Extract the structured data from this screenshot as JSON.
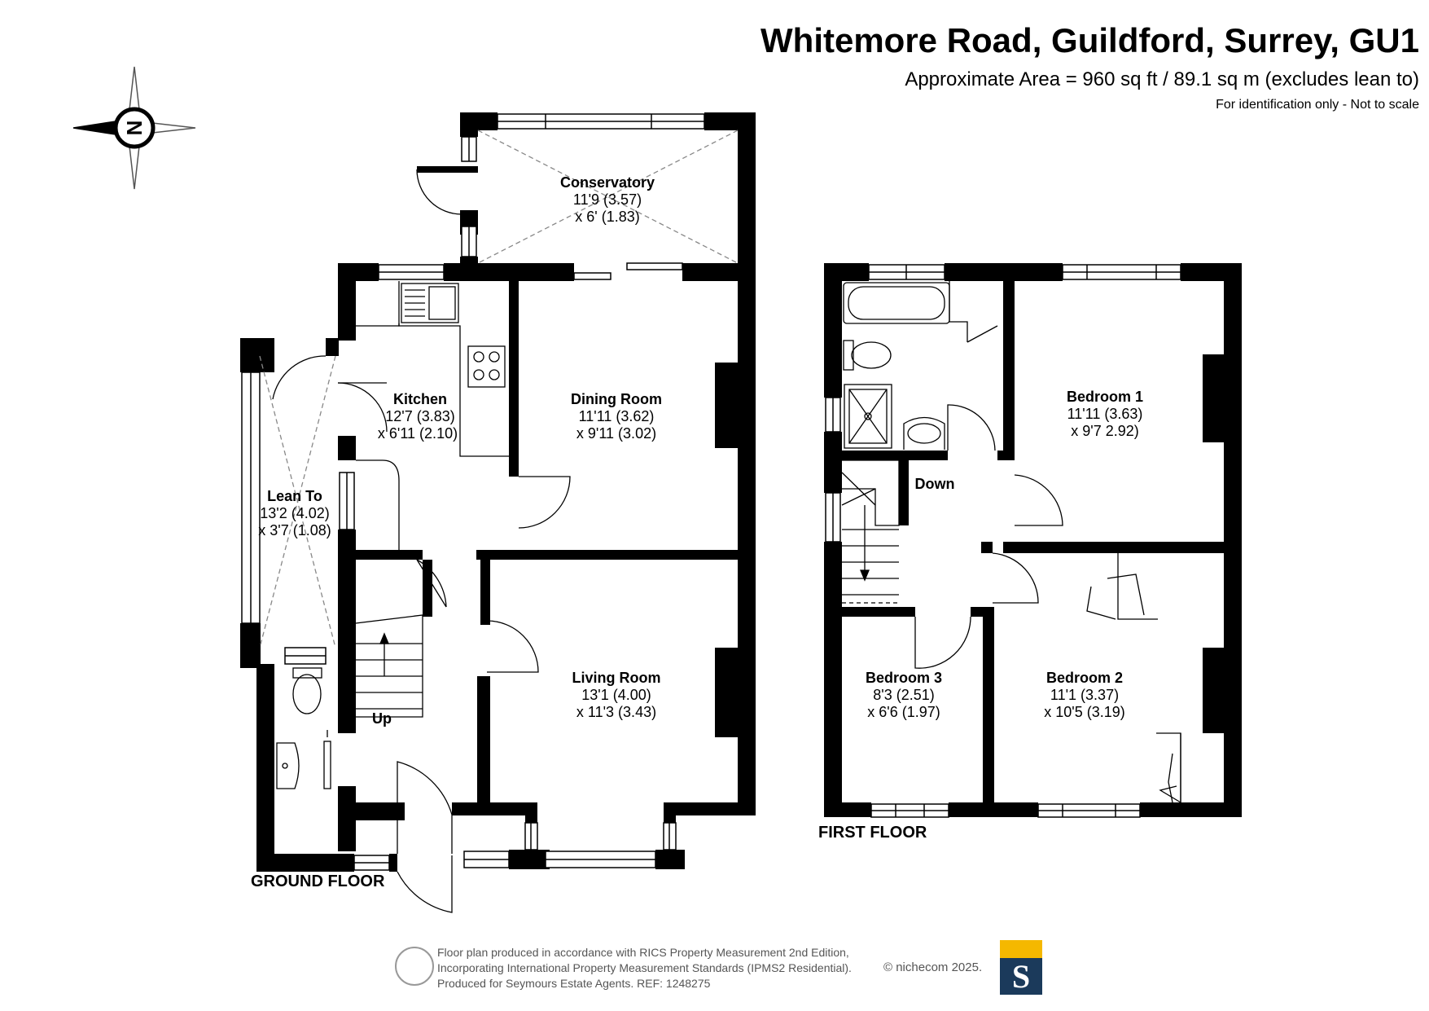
{
  "header": {
    "title": "Whitemore Road, Guildford, Surrey, GU1",
    "area": "Approximate Area = 960 sq ft / 89.1 sq m (excludes lean to)",
    "disclaimer": "For identification only - Not to scale"
  },
  "compass": {
    "letter": "N"
  },
  "ground_floor": {
    "label": "GROUND FLOOR",
    "rooms": {
      "conservatory": {
        "name": "Conservatory",
        "dim1": "11'9 (3.57)",
        "dim2": "x 6' (1.83)"
      },
      "kitchen": {
        "name": "Kitchen",
        "dim1": "12'7 (3.83)",
        "dim2": "x 6'11 (2.10)"
      },
      "dining": {
        "name": "Dining Room",
        "dim1": "11'11 (3.62)",
        "dim2": "x 9'11 (3.02)"
      },
      "lean_to": {
        "name": "Lean To",
        "dim1": "13'2 (4.02)",
        "dim2": "x 3'7 (1.08)"
      },
      "living": {
        "name": "Living Room",
        "dim1": "13'1 (4.00)",
        "dim2": "x 11'3 (3.43)"
      }
    },
    "stairs_label": "Up"
  },
  "first_floor": {
    "label": "FIRST FLOOR",
    "rooms": {
      "bedroom1": {
        "name": "Bedroom 1",
        "dim1": "11'11 (3.63)",
        "dim2": "x 9'7 2.92)"
      },
      "bedroom2": {
        "name": "Bedroom 2",
        "dim1": "11'1 (3.37)",
        "dim2": "x 10'5 (3.19)"
      },
      "bedroom3": {
        "name": "Bedroom 3",
        "dim1": "8'3 (2.51)",
        "dim2": "x 6'6 (1.97)"
      }
    },
    "stairs_label": "Down"
  },
  "footer": {
    "line1": "Floor plan produced in accordance with RICS Property Measurement 2nd Edition,",
    "line2": "Incorporating International Property Measurement Standards (IPMS2 Residential).",
    "line3": "Produced for Seymours Estate Agents.   REF: 1248275",
    "copyright": "© nichecom 2025.",
    "brand_letter": "S"
  },
  "colors": {
    "wall": "#000000",
    "brand_yellow": "#f5b800",
    "brand_navy": "#1b3a5b"
  }
}
